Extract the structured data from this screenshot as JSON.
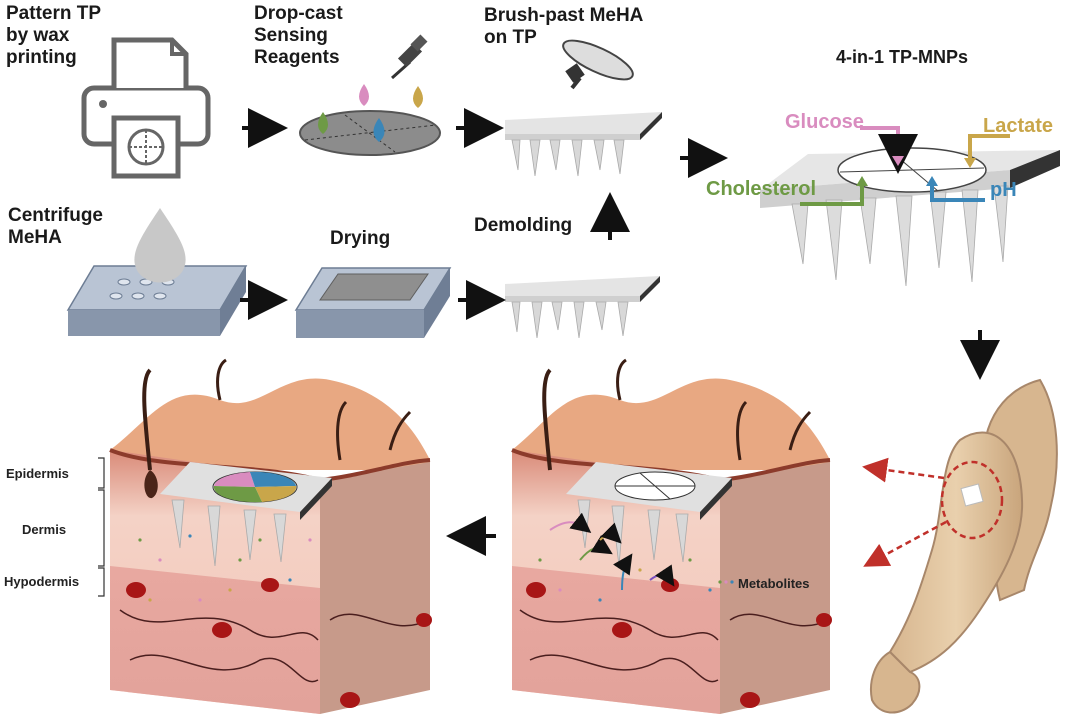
{
  "steps": {
    "pattern": [
      "Pattern TP",
      "by wax",
      "printing"
    ],
    "dropcast": [
      "Drop-cast",
      "Sensing",
      "Reagents"
    ],
    "brush": [
      "Brush-past MeHA",
      "on TP"
    ],
    "product": "4-in-1 TP-MNPs",
    "centrifuge": [
      "Centrifuge",
      "MeHA"
    ],
    "drying": "Drying",
    "demolding": "Demolding"
  },
  "analytes": {
    "glucose": "Glucose",
    "lactate": "Lactate",
    "cholesterol": "Cholesterol",
    "ph": "pH"
  },
  "skin_layers": {
    "epidermis": "Epidermis",
    "dermis": "Dermis",
    "hypodermis": "Hypodermis"
  },
  "metabolites_label": "Metabolites",
  "colors": {
    "glucose": "#d98cbf",
    "lactate": "#c9a64a",
    "cholesterol": "#6e9a45",
    "ph": "#3a86b8",
    "skin_top": "#e8a882",
    "blood": "#b01c1c"
  }
}
